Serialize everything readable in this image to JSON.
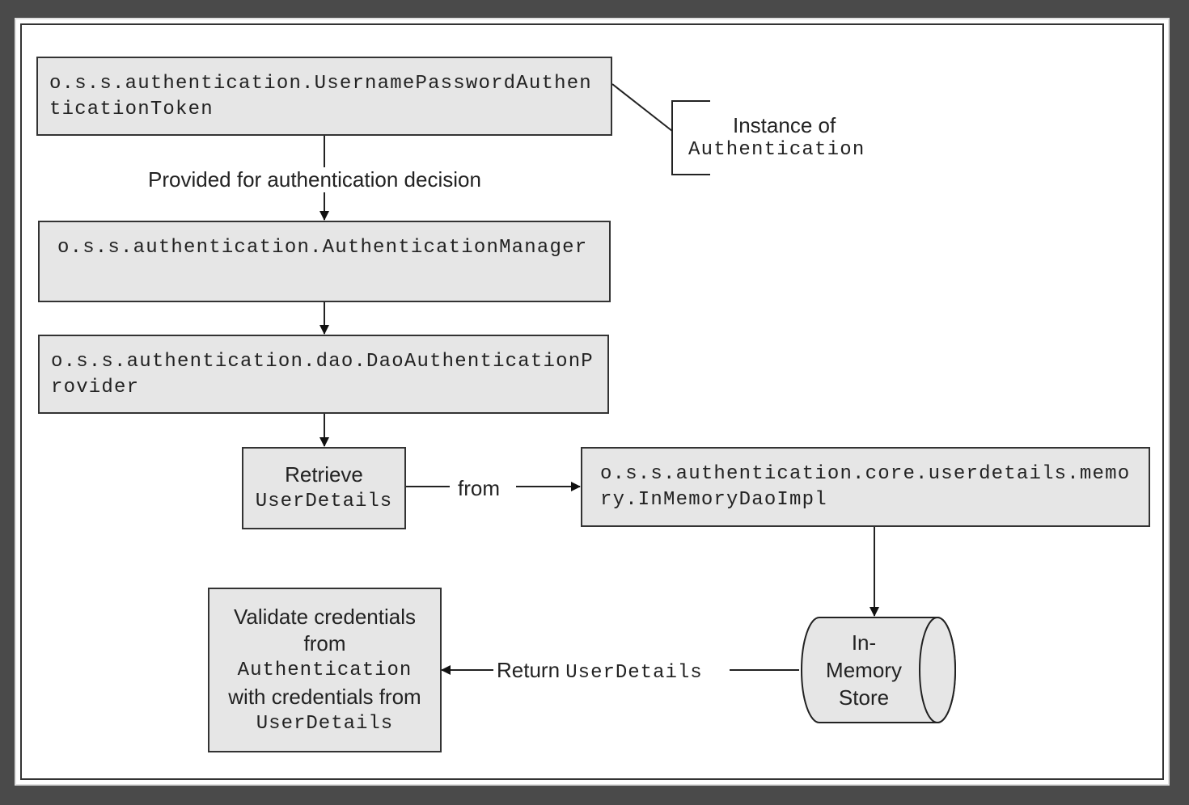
{
  "nodes": {
    "token": {
      "text": "o.s.s.authentication.UsernamePasswordAuthenticationToken"
    },
    "manager": {
      "text": "o.s.s.authentication.AuthenticationManager"
    },
    "provider": {
      "text": "o.s.s.authentication.dao.DaoAuthenticationProvider"
    },
    "retrieve": {
      "line1": "Retrieve",
      "line2": "UserDetails"
    },
    "dao_impl": {
      "text": "o.s.s.authentication.core.userdetails.memory.InMemoryDaoImpl"
    },
    "store": {
      "line1": "In-",
      "line2": "Memory",
      "line3": "Store"
    },
    "validate": {
      "line1": "Validate credentials",
      "line2": "from",
      "line3": "Authentication",
      "line4": "with credentials from",
      "line5": "UserDetails"
    }
  },
  "annotations": {
    "instance_of": "Instance of",
    "authentication": "Authentication"
  },
  "edges": {
    "provided": "Provided for authentication decision",
    "from": "from",
    "return_prefix": "Return ",
    "return_code": "UserDetails"
  }
}
